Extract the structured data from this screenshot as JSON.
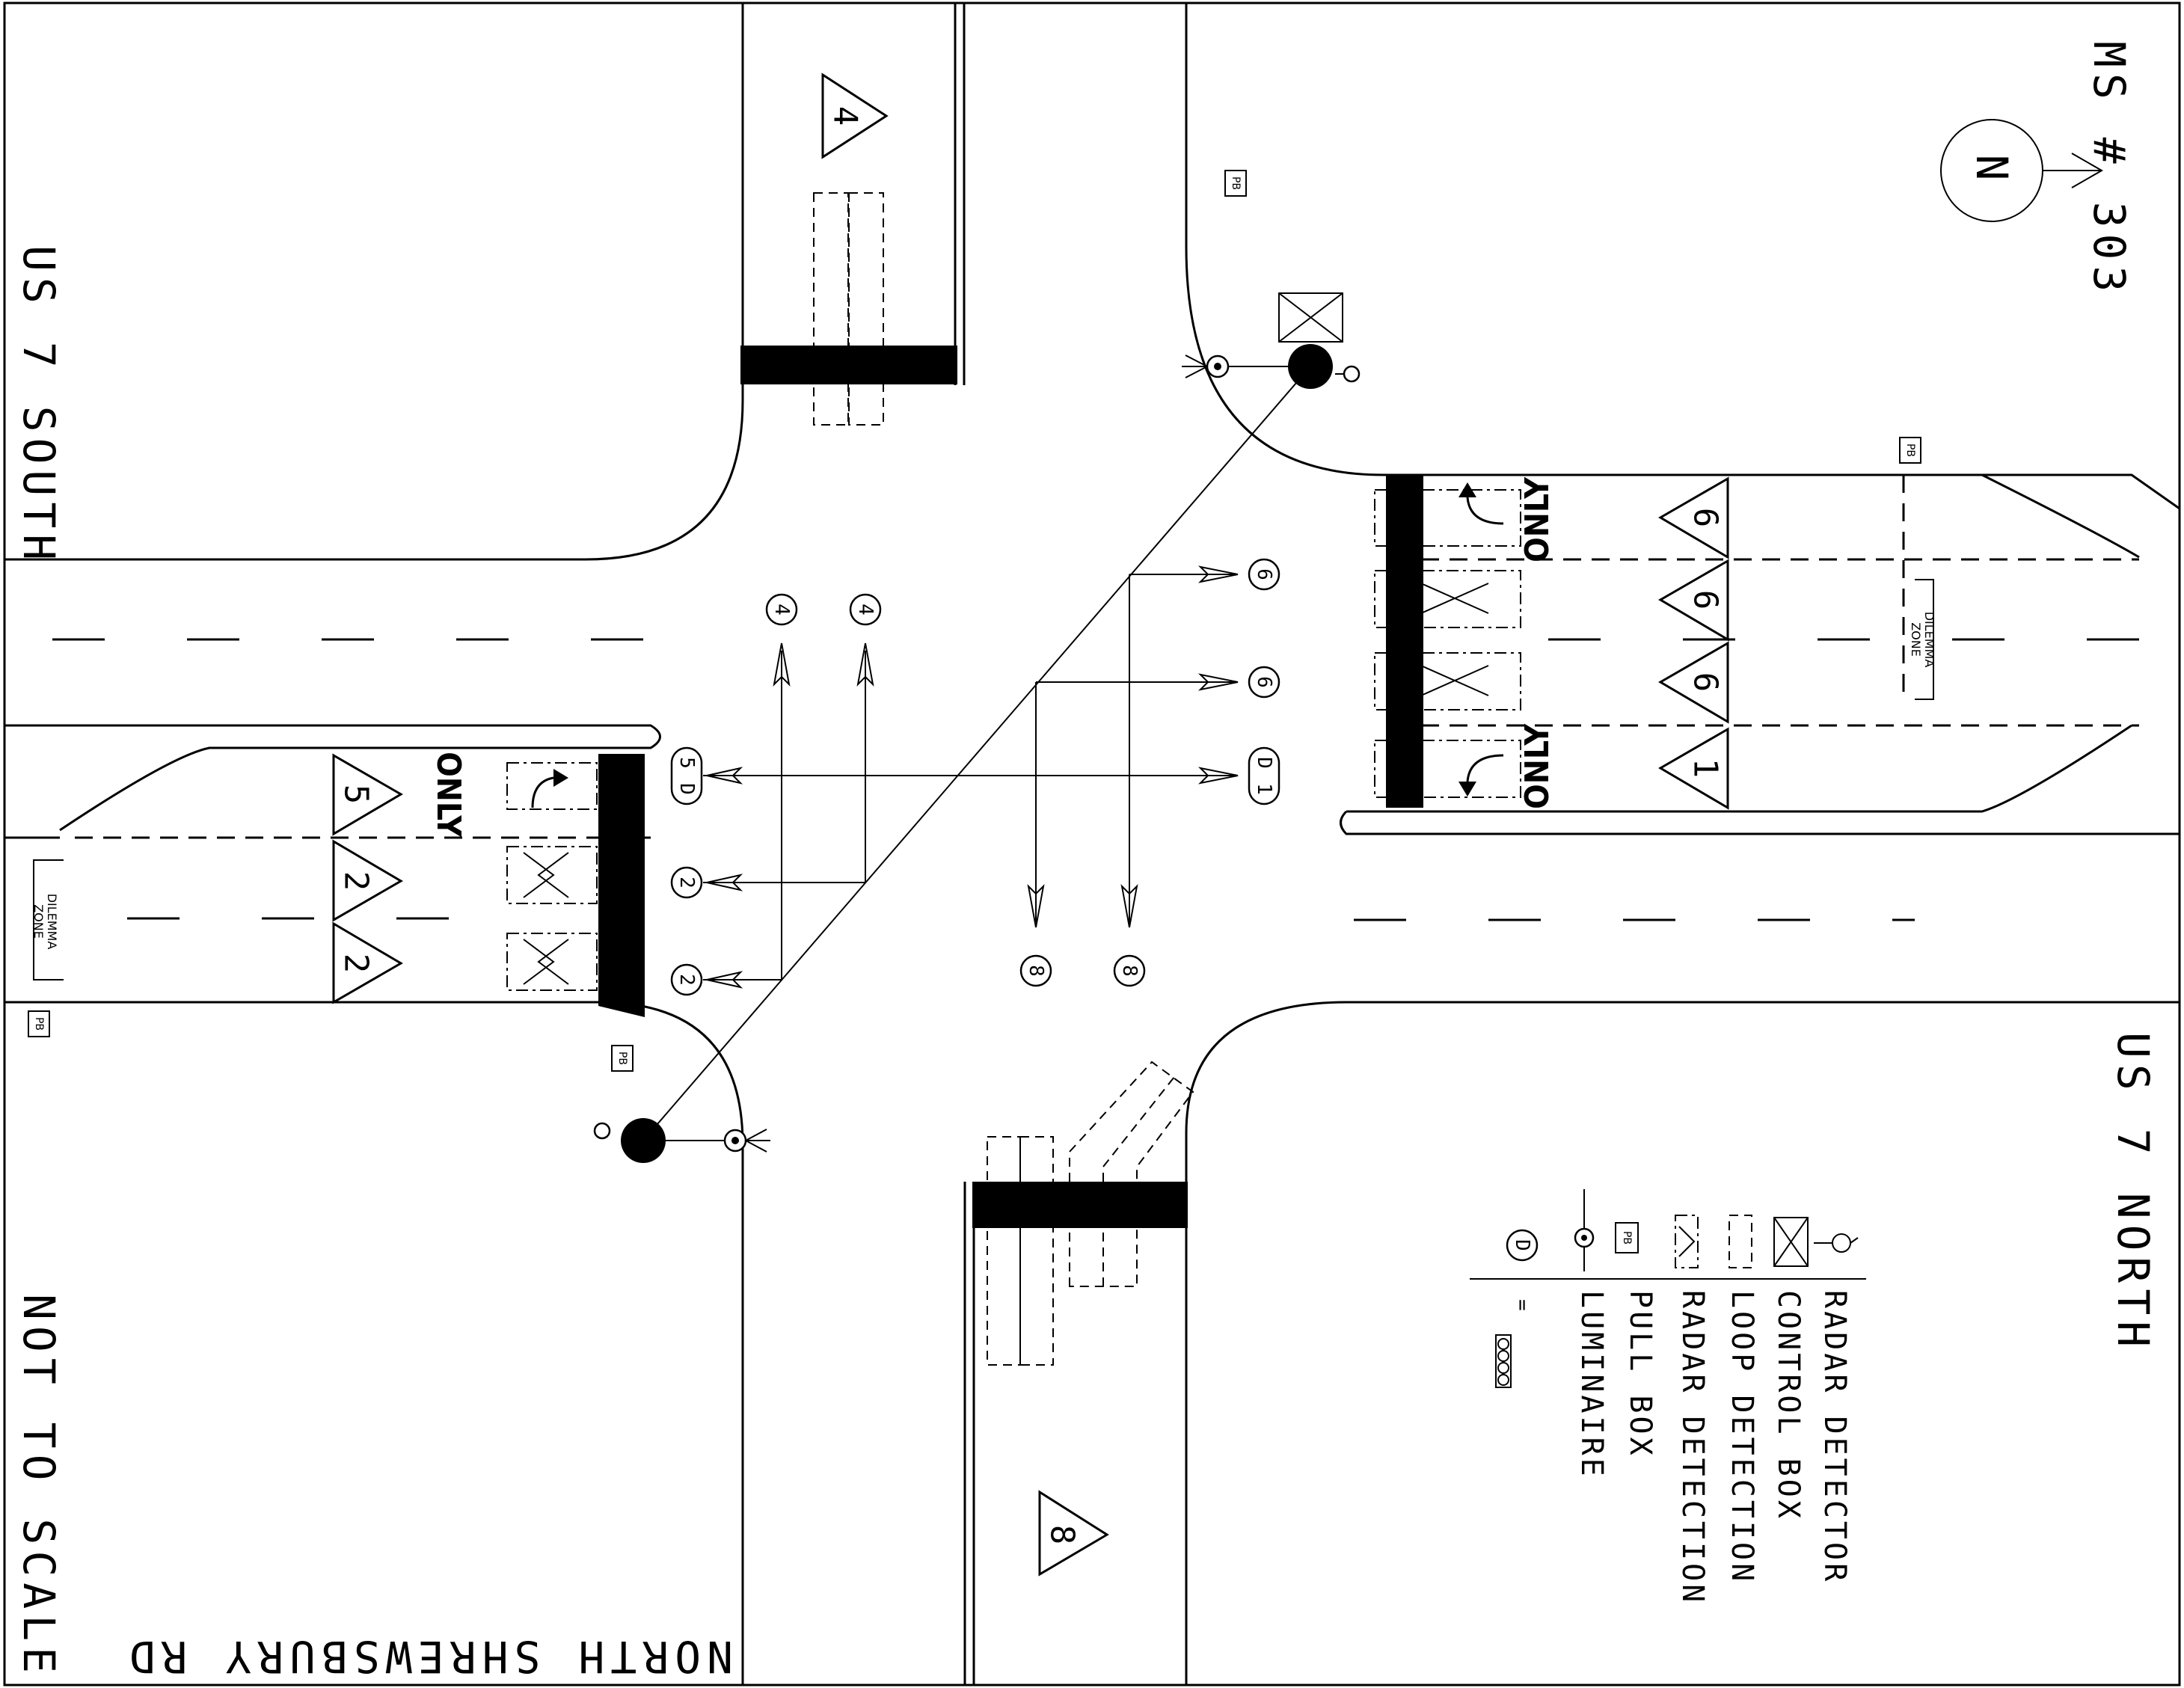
{
  "title": "MS # 303",
  "north_arrow": "N",
  "streets": {
    "west": "US 7 SOUTH",
    "east": "US 7 NORTH",
    "south": "NORTH SHREWSBURY RD"
  },
  "scale_note": "NOT TO SCALE",
  "phases": {
    "north_approach": "4",
    "south_approach": "8",
    "west_left": "5",
    "west_through_a": "2",
    "west_through_b": "2",
    "east_left": "1",
    "east_through_a": "6",
    "east_through_b": "6",
    "east_right": "6"
  },
  "signal_heads": {
    "h4a": "4",
    "h4b": "4",
    "h6a": "6",
    "h6b": "6",
    "h1": "1",
    "h1_suffix": "D",
    "h5": "5",
    "h5_suffix": "D",
    "h2a": "2",
    "h2b": "2",
    "h8a": "8",
    "h8b": "8"
  },
  "pavement_marking": "ONLY",
  "dilemma_zone": [
    "DILEMMA",
    "ZONE"
  ],
  "pull_box_tag": "PB",
  "legend": [
    {
      "icon": "radar-detector-icon",
      "label": "RADAR DETECTOR"
    },
    {
      "icon": "control-box-icon",
      "label": "CONTROL BOX"
    },
    {
      "icon": "loop-detection-icon",
      "label": "LOOP DETECTION"
    },
    {
      "icon": "radar-detection-icon",
      "label": "RADAR DETECTION"
    },
    {
      "icon": "pull-box-icon",
      "label": "PULL BOX"
    },
    {
      "icon": "luminaire-icon",
      "label": "LUMINAIRE"
    }
  ],
  "legend_signal": {
    "symbol": "D",
    "equals": "="
  }
}
